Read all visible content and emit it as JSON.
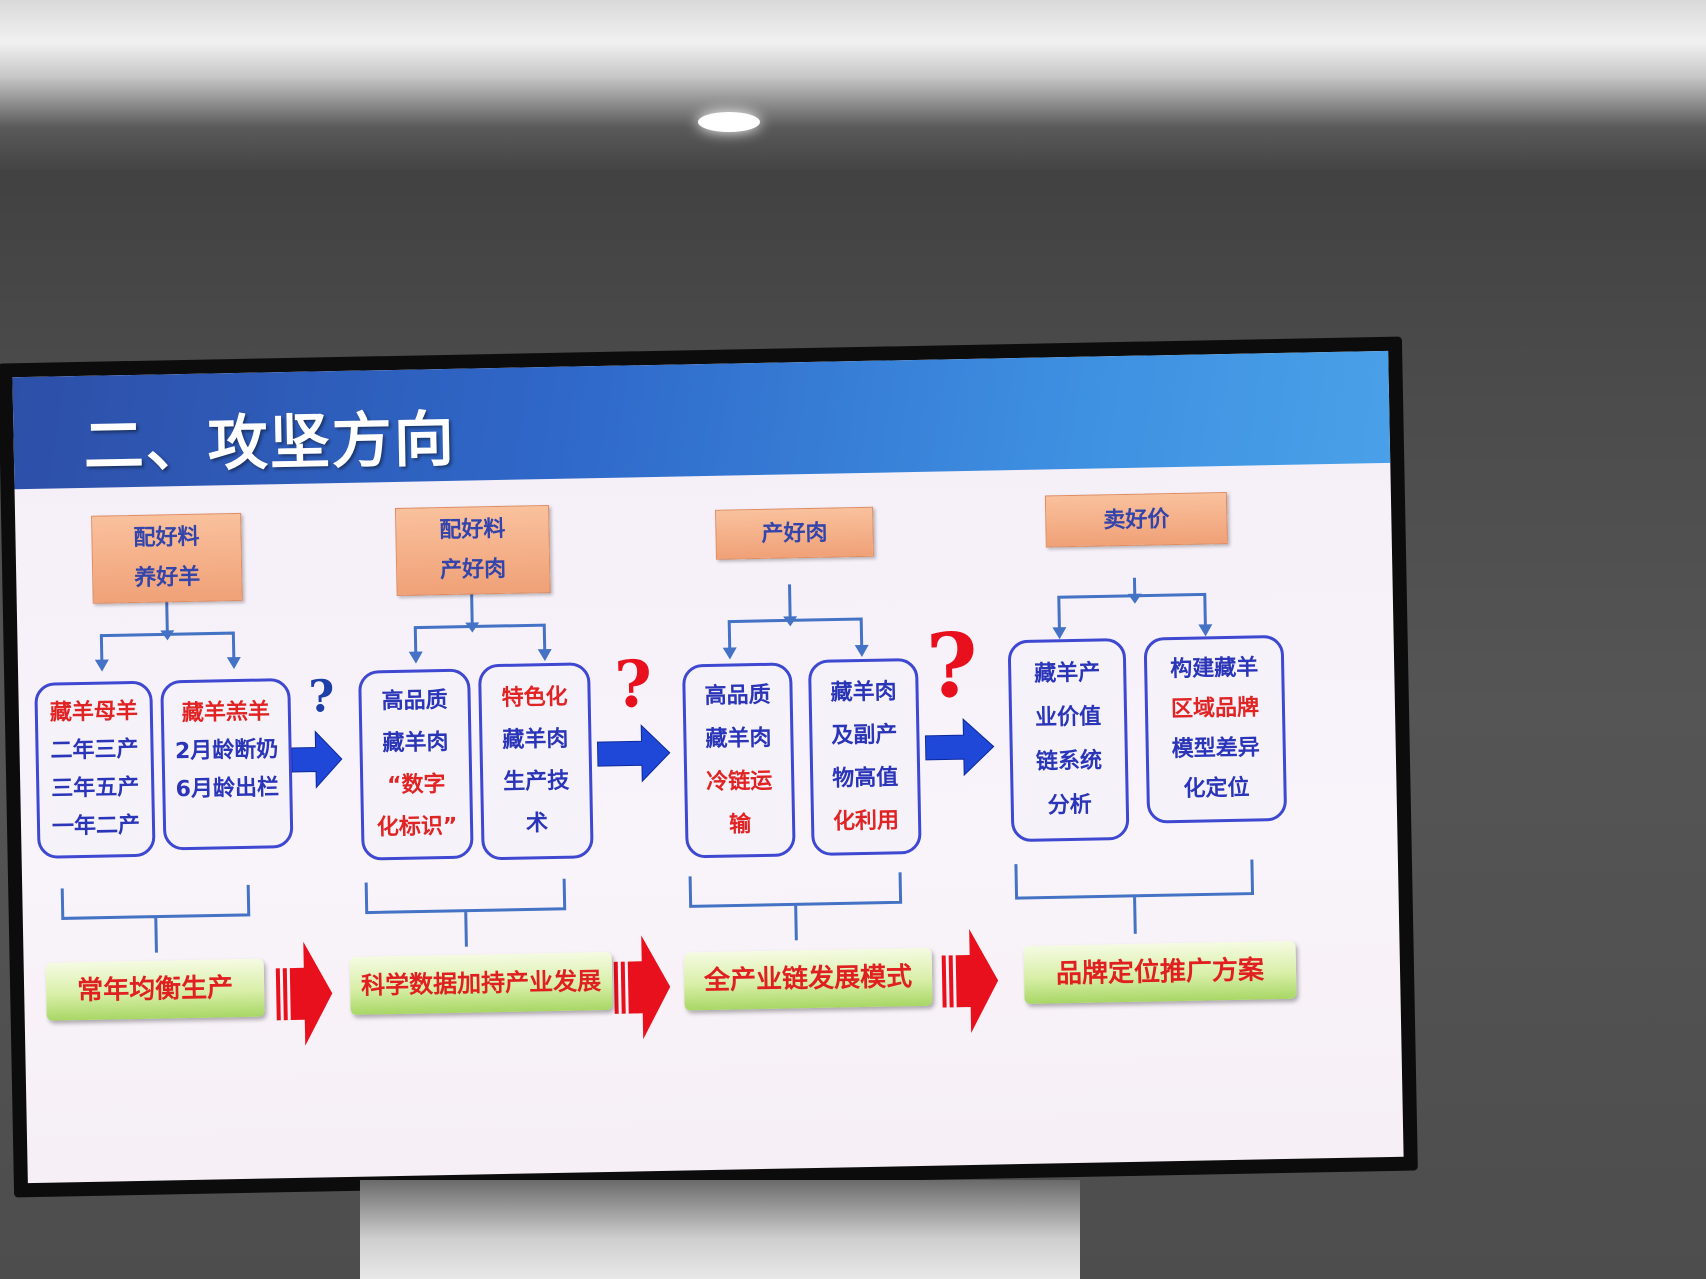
{
  "slide": {
    "title": "二、攻坚方向",
    "steps": [
      {
        "header": [
          "配好料",
          "养好羊"
        ],
        "boxes": [
          [
            "藏羊母羊",
            "二年三产",
            "三年五产",
            "一年二产"
          ],
          [
            "藏羊羔羊",
            "2月龄断奶",
            "6月龄出栏"
          ]
        ],
        "outcome": "常年均衡生产"
      },
      {
        "header": [
          "配好料",
          "产好肉"
        ],
        "boxes": [
          [
            "高品质",
            "藏羊肉",
            "“数字",
            "化标识”"
          ],
          [
            "特色化",
            "藏羊肉",
            "生产技",
            "术"
          ]
        ],
        "outcome": "科学数据加持产业发展"
      },
      {
        "header": [
          "产好肉"
        ],
        "boxes": [
          [
            "高品质",
            "藏羊肉",
            "冷链运",
            "输"
          ],
          [
            "藏羊肉",
            "及副产",
            "物高值",
            "化利用"
          ]
        ],
        "outcome": "全产业链发展模式"
      },
      {
        "header": [
          "卖好价"
        ],
        "boxes": [
          [
            "藏羊产",
            "业价值",
            "链系统",
            "分析"
          ],
          [
            "构建藏羊",
            "区域品牌",
            "模型差异",
            "化定位"
          ]
        ],
        "outcome": "品牌定位推广方案"
      }
    ],
    "question_mark": "?"
  },
  "colors": {
    "title_bar": "#2f68c9",
    "orange_box": "#f4ad85",
    "box_border": "#3e48d0",
    "text_red": "#e02424",
    "text_blue": "#2a35b8",
    "arrow_blue": "#1f47d8",
    "arrow_red": "#e8101c",
    "outcome_green": "#c9e68a"
  }
}
